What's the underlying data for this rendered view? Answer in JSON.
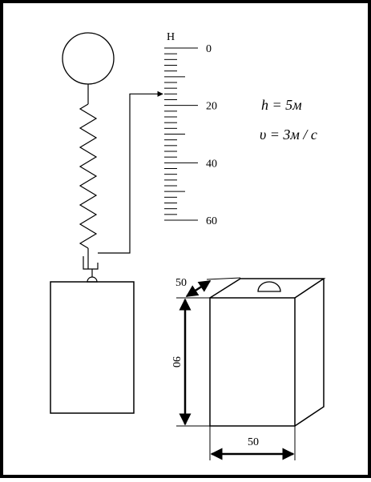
{
  "scale": {
    "unit": "Н",
    "labels": [
      "0",
      "20",
      "40",
      "60"
    ],
    "major_values": [
      0,
      20,
      40,
      60
    ],
    "minor_step": 2,
    "pointer_value": 16
  },
  "formulas": {
    "height": "h = 5м",
    "velocity": "υ = 3м / с"
  },
  "block_dimensions": {
    "height": "90",
    "width": "50",
    "depth": "50"
  },
  "colors": {
    "stroke": "#000000",
    "background": "#ffffff"
  }
}
